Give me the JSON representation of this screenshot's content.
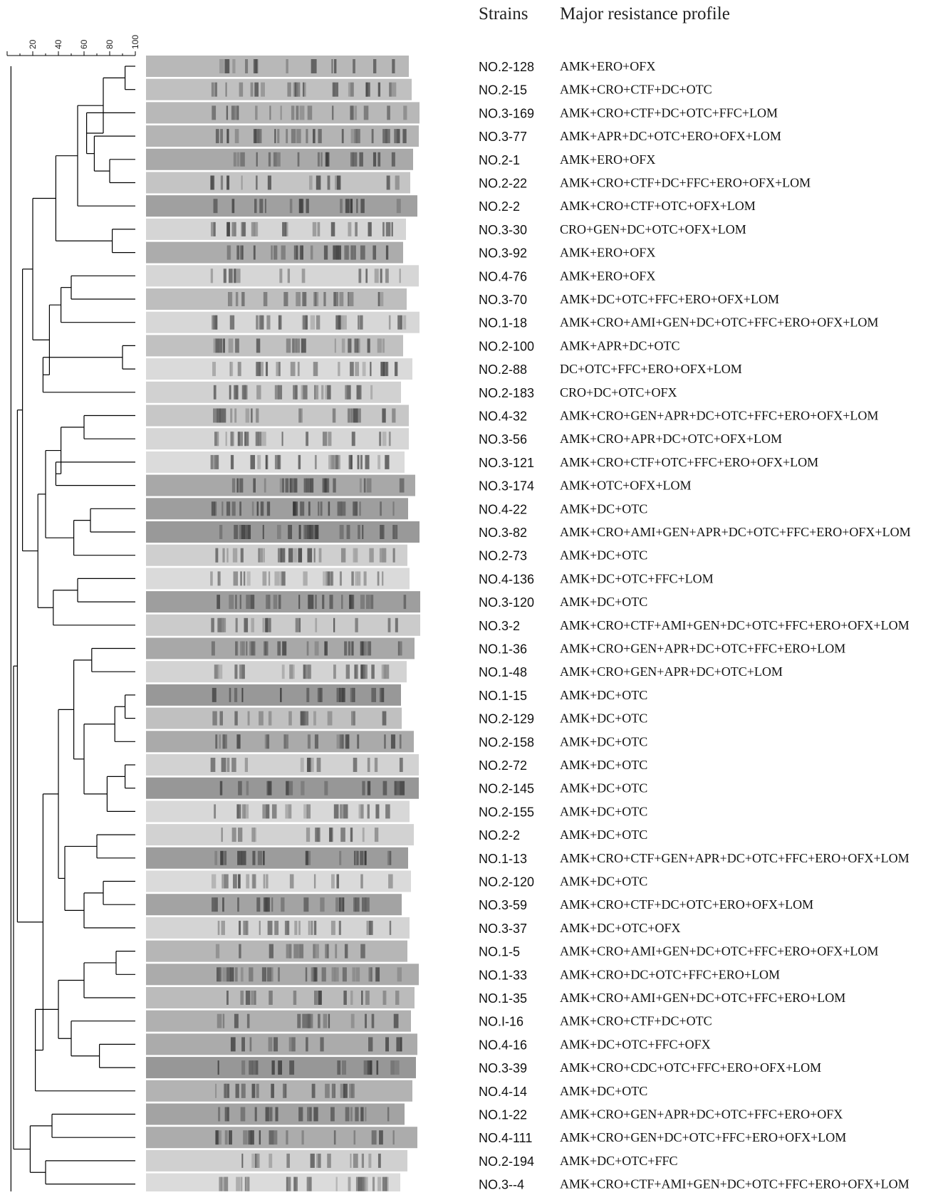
{
  "headers": {
    "strains": "Strains",
    "profile": "Major resistance profile"
  },
  "scale_ticks": [
    "20",
    "40",
    "60",
    "80",
    "100"
  ],
  "dendrogram_style": {
    "color": "#000000"
  },
  "strains": [
    {
      "id": "NO.2-128",
      "profile": "AMK+ERO+OFX"
    },
    {
      "id": "NO.2-15",
      "profile": "AMK+CRO+CTF+DC+OTC"
    },
    {
      "id": "NO.3-169",
      "profile": "AMK+CRO+CTF+DC+OTC+FFC+LOM"
    },
    {
      "id": "NO.3-77",
      "profile": "AMK+APR+DC+OTC+ERO+OFX+LOM"
    },
    {
      "id": "NO.2-1",
      "profile": "AMK+ERO+OFX"
    },
    {
      "id": "NO.2-22",
      "profile": "AMK+CRO+CTF+DC+FFC+ERO+OFX+LOM"
    },
    {
      "id": "NO.2-2",
      "profile": "AMK+CRO+CTF+OTC+OFX+LOM"
    },
    {
      "id": "NO.3-30",
      "profile": "CRO+GEN+DC+OTC+OFX+LOM"
    },
    {
      "id": "NO.3-92",
      "profile": "AMK+ERO+OFX"
    },
    {
      "id": "NO.4-76",
      "profile": "AMK+ERO+OFX"
    },
    {
      "id": "NO.3-70",
      "profile": "AMK+DC+OTC+FFC+ERO+OFX+LOM"
    },
    {
      "id": "NO.1-18",
      "profile": "AMK+CRO+AMI+GEN+DC+OTC+FFC+ERO+OFX+LOM"
    },
    {
      "id": "NO.2-100",
      "profile": "AMK+APR+DC+OTC"
    },
    {
      "id": "NO.2-88",
      "profile": "DC+OTC+FFC+ERO+OFX+LOM"
    },
    {
      "id": "NO.2-183",
      "profile": "CRO+DC+OTC+OFX"
    },
    {
      "id": "NO.4-32",
      "profile": "AMK+CRO+GEN+APR+DC+OTC+FFC+ERO+OFX+LOM"
    },
    {
      "id": "NO.3-56",
      "profile": "AMK+CRO+APR+DC+OTC+OFX+LOM"
    },
    {
      "id": "NO.3-121",
      "profile": "AMK+CRO+CTF+OTC+FFC+ERO+OFX+LOM"
    },
    {
      "id": "NO.3-174",
      "profile": "AMK+OTC+OFX+LOM"
    },
    {
      "id": "NO.4-22",
      "profile": "AMK+DC+OTC"
    },
    {
      "id": "NO.3-82",
      "profile": "AMK+CRO+AMI+GEN+APR+DC+OTC+FFC+ERO+OFX+LOM"
    },
    {
      "id": "NO.2-73",
      "profile": "AMK+DC+OTC"
    },
    {
      "id": "NO.4-136",
      "profile": "AMK+DC+OTC+FFC+LOM"
    },
    {
      "id": "NO.3-120",
      "profile": "AMK+DC+OTC"
    },
    {
      "id": "NO.3-2",
      "profile": "AMK+CRO+CTF+AMI+GEN+DC+OTC+FFC+ERO+OFX+LOM"
    },
    {
      "id": "NO.1-36",
      "profile": "AMK+CRO+GEN+APR+DC+OTC+FFC+ERO+LOM"
    },
    {
      "id": "NO.1-48",
      "profile": "AMK+CRO+GEN+APR+DC+OTC+LOM"
    },
    {
      "id": "NO.1-15",
      "profile": "AMK+DC+OTC"
    },
    {
      "id": "NO.2-129",
      "profile": "AMK+DC+OTC"
    },
    {
      "id": "NO.2-158",
      "profile": "AMK+DC+OTC"
    },
    {
      "id": "NO.2-72",
      "profile": "AMK+DC+OTC"
    },
    {
      "id": "NO.2-145",
      "profile": "AMK+DC+OTC"
    },
    {
      "id": "NO.2-155",
      "profile": "AMK+DC+OTC"
    },
    {
      "id": "NO.2-2",
      "profile": "AMK+DC+OTC"
    },
    {
      "id": "NO.1-13",
      "profile": "AMK+CRO+CTF+GEN+APR+DC+OTC+FFC+ERO+OFX+LOM"
    },
    {
      "id": "NO.2-120",
      "profile": "AMK+DC+OTC"
    },
    {
      "id": "NO.3-59",
      "profile": "AMK+CRO+CTF+DC+OTC+ERO+OFX+LOM"
    },
    {
      "id": "NO.3-37",
      "profile": "AMK+DC+OTC+OFX"
    },
    {
      "id": "NO.1-5",
      "profile": "AMK+CRO+AMI+GEN+DC+OTC+FFC+ERO+OFX+LOM"
    },
    {
      "id": "NO.1-33",
      "profile": "AMK+CRO+DC+OTC+FFC+ERO+LOM"
    },
    {
      "id": "NO.1-35",
      "profile": "AMK+CRO+AMI+GEN+DC+OTC+FFC+ERO+LOM"
    },
    {
      "id": "NO.I-16",
      "profile": "AMK+CRO+CTF+DC+OTC"
    },
    {
      "id": "NO.4-16",
      "profile": "AMK+DC+OTC+FFC+OFX"
    },
    {
      "id": "NO.3-39",
      "profile": "AMK+CRO+CDC+OTC+FFC+ERO+OFX+LOM"
    },
    {
      "id": "NO.4-14",
      "profile": "AMK+DC+OTC"
    },
    {
      "id": "NO.1-22",
      "profile": "AMK+CRO+GEN+APR+DC+OTC+FFC+ERO+OFX"
    },
    {
      "id": "NO.4-111",
      "profile": "AMK+CRO+GEN+DC+OTC+FFC+ERO+OFX+LOM"
    },
    {
      "id": "NO.2-194",
      "profile": "AMK+DC+OTC+FFC"
    },
    {
      "id": "NO.3--4",
      "profile": "AMK+CRO+CTF+AMI+GEN+DC+OTC+FFC+ERO+OFX+LOM"
    }
  ]
}
